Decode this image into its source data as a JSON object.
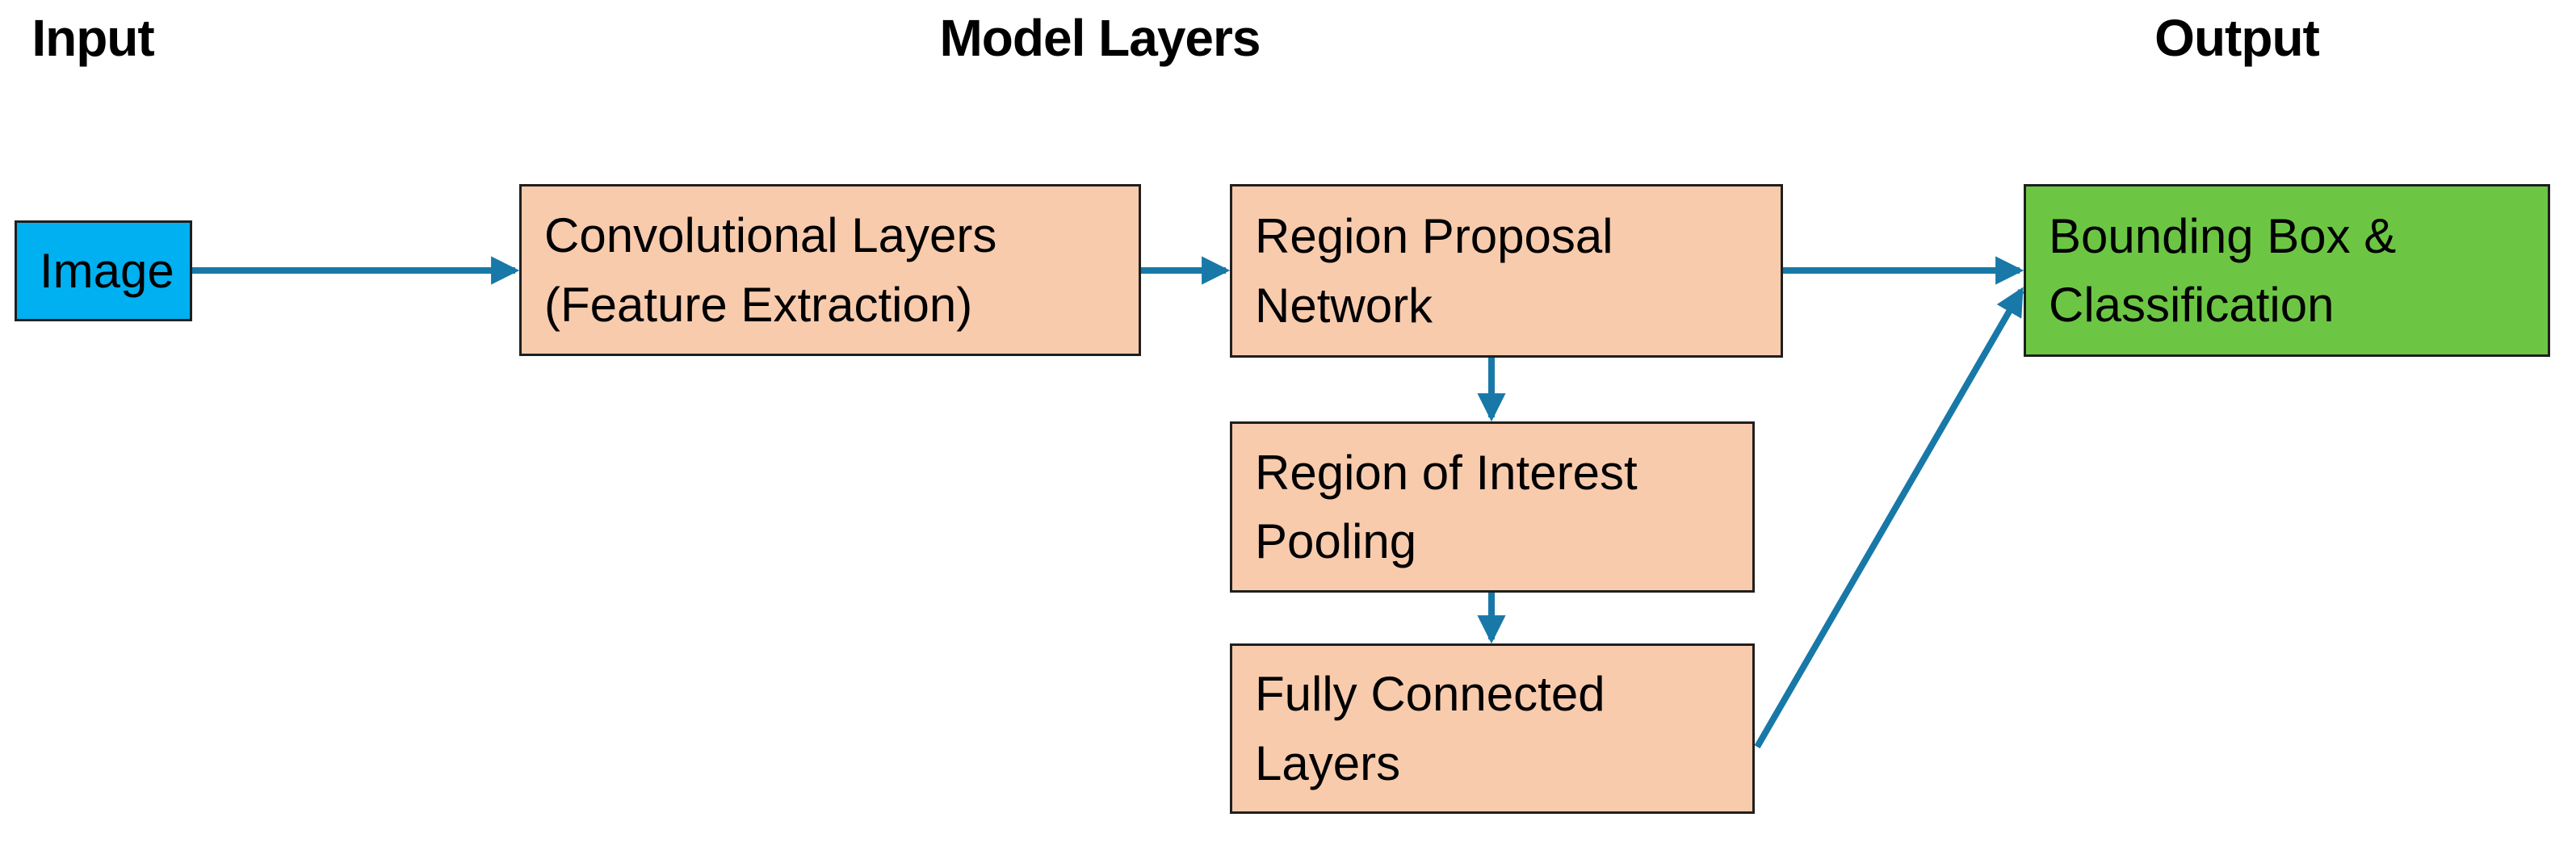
{
  "headers": {
    "input": "Input",
    "model_layers": "Model Layers",
    "output": "Output"
  },
  "nodes": {
    "image": {
      "label": "Image",
      "role": "input"
    },
    "conv": {
      "label": "Convolutional Layers\n(Feature Extraction)",
      "role": "model-layer"
    },
    "rpn": {
      "label": "Region Proposal\nNetwork",
      "role": "model-layer"
    },
    "roi": {
      "label": "Region of Interest\nPooling",
      "role": "model-layer"
    },
    "fc": {
      "label": "Fully Connected\nLayers",
      "role": "model-layer"
    },
    "output": {
      "label": "Bounding Box &\nClassification",
      "role": "output"
    }
  },
  "edges": [
    {
      "from": "image",
      "to": "conv"
    },
    {
      "from": "conv",
      "to": "rpn"
    },
    {
      "from": "rpn",
      "to": "roi"
    },
    {
      "from": "roi",
      "to": "fc"
    },
    {
      "from": "rpn",
      "to": "output"
    },
    {
      "from": "fc",
      "to": "output"
    }
  ],
  "colors": {
    "input_fill": "#00B0F0",
    "process_fill": "#F8CBAD",
    "output_fill": "#6CC644",
    "arrow": "#1878A8",
    "border": "#1F1F1F",
    "text": "#000000",
    "background": "#FFFFFF"
  }
}
